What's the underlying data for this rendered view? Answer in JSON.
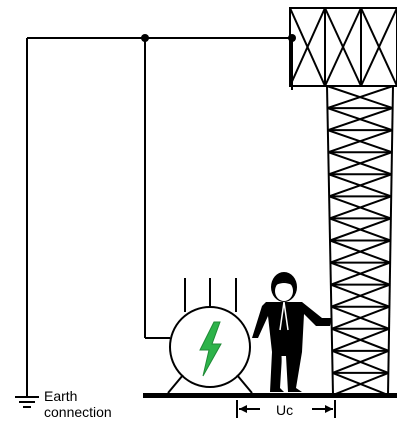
{
  "labels": {
    "earth_line1": "Earth",
    "earth_line2": "connection",
    "voltage": "Uc"
  },
  "colors": {
    "line": "#000000",
    "bolt": "#2db34a",
    "background": "#ffffff"
  },
  "icons": {
    "transformer": "transformer-symbol-icon",
    "bolt": "lightning-bolt-icon",
    "person": "person-touching-tower-icon",
    "ground": "earth-ground-icon"
  }
}
